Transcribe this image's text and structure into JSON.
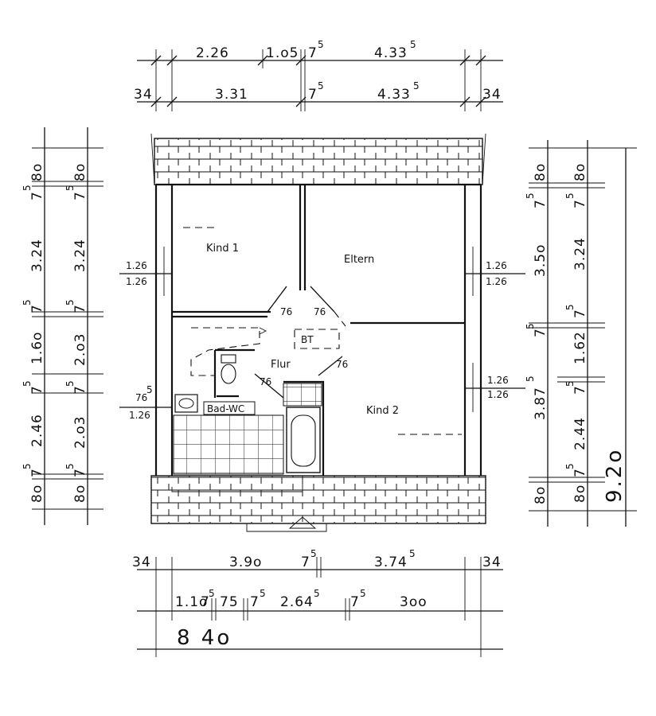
{
  "rooms": {
    "kind1": "Kind 1",
    "eltern": "Eltern",
    "flur": "Flur",
    "bad_wc": "Bad-WC",
    "kind2": "Kind 2",
    "bt": "BT"
  },
  "dims_top": {
    "row1": [
      "2.26",
      "1.o5",
      "7",
      "5",
      "4.33",
      "5"
    ],
    "row2": [
      "34",
      "3.31",
      "7",
      "5",
      "4.33",
      "5",
      "34"
    ]
  },
  "dims_bottom": {
    "row1": [
      "34",
      "3.9o",
      "7",
      "5",
      "3.74",
      "5",
      "34"
    ],
    "row2": [
      "1.1o",
      "7",
      "5",
      "75",
      "7",
      "5",
      "2.64",
      "5",
      "7",
      "5",
      "3oo"
    ],
    "total": "8 4o"
  },
  "dims_left": {
    "outer": [
      "8o",
      "7",
      "5",
      "3.24",
      "7",
      "5",
      "1.6o",
      "7",
      "5",
      "2.46",
      "7",
      "5",
      "8o"
    ],
    "inner": [
      "8o",
      "7",
      "5",
      "3.24",
      "7",
      "5",
      "2.o3",
      "7",
      "5",
      "2.o3",
      "7",
      "5",
      "8o"
    ]
  },
  "dims_right": {
    "outer": [
      "8o",
      "7",
      "5",
      "3.5o",
      "7",
      "5",
      "3.87",
      "5",
      "8o"
    ],
    "inner": [
      "8o",
      "7",
      "5",
      "3.24",
      "7",
      "5",
      "1.62",
      "7",
      "5",
      "2.44",
      "7",
      "5",
      "8o"
    ],
    "total": "9.2o"
  },
  "openings": {
    "left_upper": [
      "1.26",
      "1.26"
    ],
    "left_lower": [
      "76",
      "5",
      "1.26"
    ],
    "right_upper": [
      "1.26",
      "1.26"
    ],
    "right_lower": [
      "1.26",
      "1.26"
    ],
    "doors": [
      "76",
      "76",
      "76",
      "76"
    ]
  }
}
